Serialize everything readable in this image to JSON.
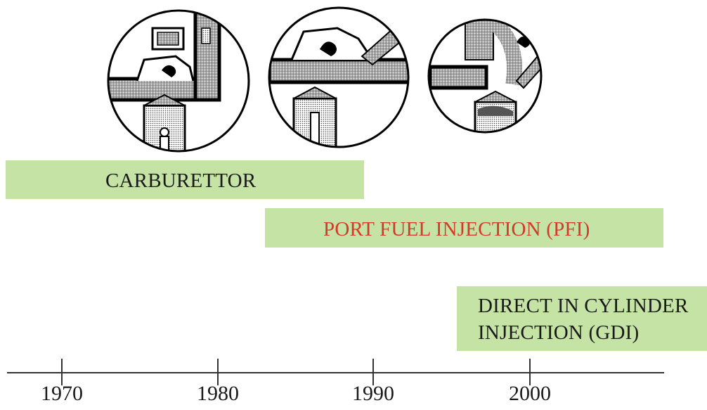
{
  "technologies": [
    {
      "label": "CARBURETTOR",
      "start_year": 1967,
      "end_year": 1990,
      "text_color": "#1a1a1a"
    },
    {
      "label": "PORT FUEL INJECTION (PFI)",
      "start_year": 1983,
      "end_year": 2009,
      "text_color": "#d23a2a"
    },
    {
      "label_line1": "DIRECT IN CYLINDER",
      "label_line2": "INJECTION (GDI)",
      "start_year": 1995,
      "end_year": 2011,
      "text_color": "#1a1a1a"
    }
  ],
  "timeline": {
    "ticks": [
      "1970",
      "1980",
      "1990",
      "2000"
    ]
  },
  "colors": {
    "bar_fill": "#c4e3a5",
    "axis": "#333333"
  },
  "illustrations": [
    "carburettor-engine-illustration",
    "port-fuel-injection-engine-illustration",
    "direct-injection-engine-illustration"
  ]
}
